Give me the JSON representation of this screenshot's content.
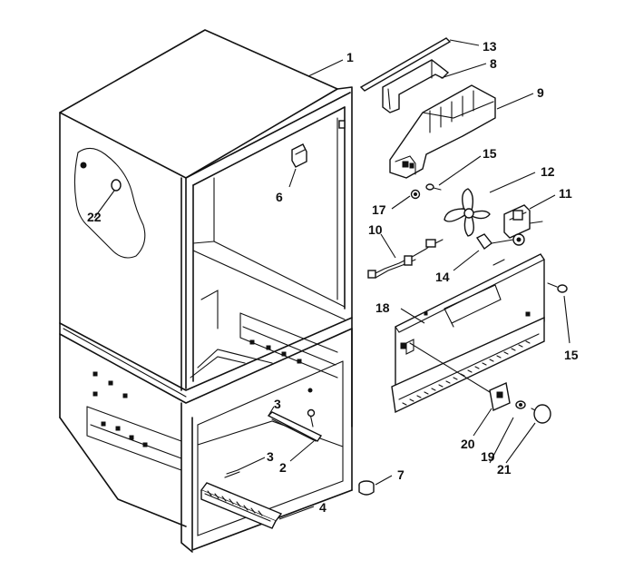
{
  "callouts": {
    "c1": "1",
    "c2": "2",
    "c3a": "3",
    "c3b": "3",
    "c4": "4",
    "c6": "6",
    "c7": "7",
    "c8": "8",
    "c9": "9",
    "c10": "10",
    "c11": "11",
    "c12": "12",
    "c13": "13",
    "c14": "14",
    "c15a": "15",
    "c15b": "15",
    "c17": "17",
    "c18": "18",
    "c19": "19",
    "c20": "20",
    "c21": "21",
    "c22": "22"
  }
}
